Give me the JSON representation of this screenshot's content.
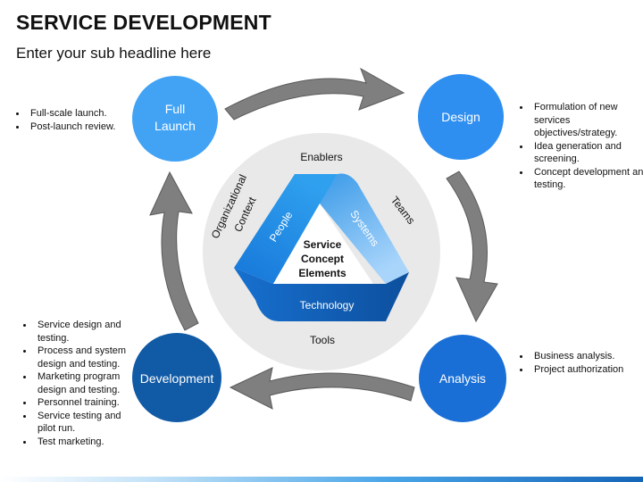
{
  "title": "SERVICE DEVELOPMENT",
  "subtitle": "Enter your sub headline here",
  "stages": {
    "full_launch": {
      "line1": "Full",
      "line2": "Launch",
      "bullets": [
        "Full-scale launch.",
        "Post-launch review."
      ]
    },
    "design": {
      "label": "Design",
      "bullets": [
        "Formulation of new services objectives/strategy.",
        "Idea generation and screening.",
        "Concept development and testing."
      ]
    },
    "analysis": {
      "label": "Analysis",
      "bullets": [
        "Business analysis.",
        "Project authorization"
      ]
    },
    "development": {
      "label": "Development",
      "bullets": [
        "Service design and testing.",
        "Process and system design and testing.",
        "Marketing program design and testing.",
        "Personnel training.",
        "Service testing and pilot run.",
        "Test marketing."
      ]
    }
  },
  "center": {
    "enablers": "Enablers",
    "tools": "Tools",
    "teams": "Teams",
    "org_line1": "Organizational",
    "org_line2": "Context",
    "people": "People",
    "systems": "Systems",
    "technology": "Technology",
    "core_line1": "Service",
    "core_line2": "Concept",
    "core_line3": "Elements"
  },
  "colors": {
    "full_launch": "#42a3f5",
    "design": "#2f8ff0",
    "analysis": "#1a6fd6",
    "development": "#115aa6",
    "arrow": "#7f7f7f",
    "center_circle": "#e9e9e9"
  }
}
